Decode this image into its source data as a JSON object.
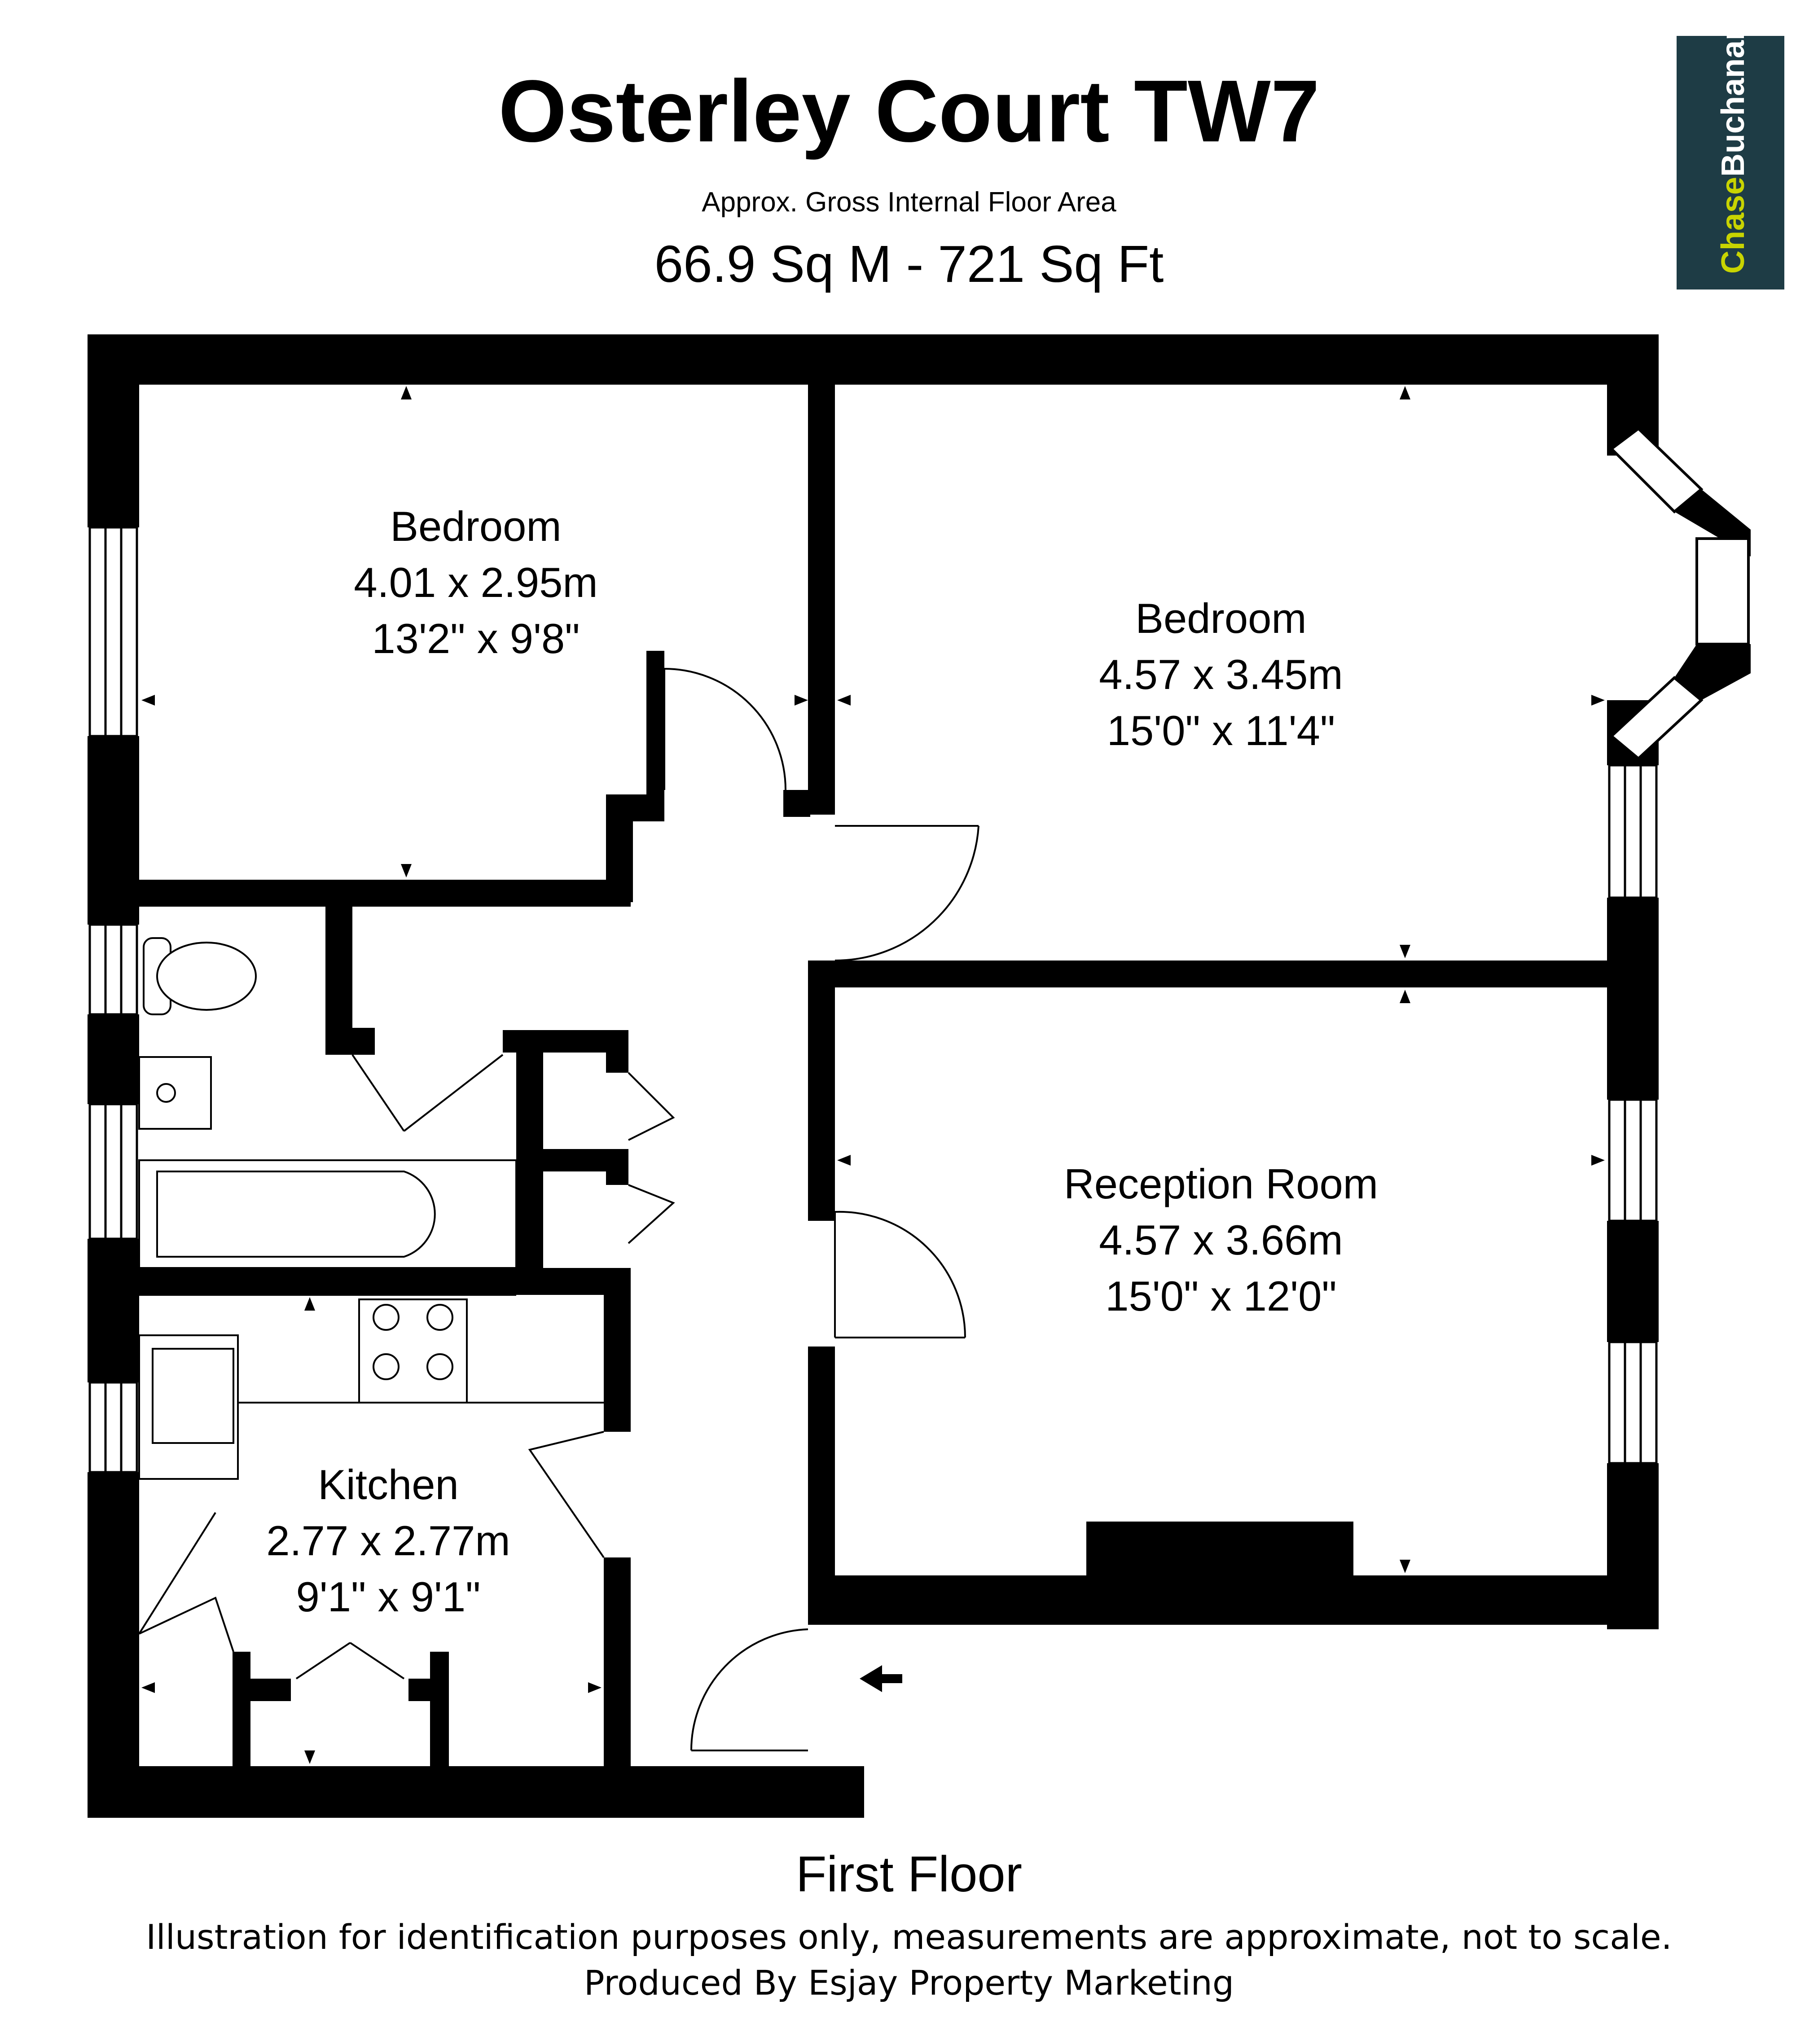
{
  "header": {
    "title": "Osterley Court TW7",
    "area_label": "Approx. Gross Internal Floor Area",
    "area_value": "66.9 Sq M - 721 Sq Ft"
  },
  "logo": {
    "part1": "Chase",
    "part2": "Buchanan",
    "bg_color": "#1e3c45",
    "accent_color": "#c8d400"
  },
  "rooms": [
    {
      "name": "Bedroom",
      "metric": "4.01 x 2.95m",
      "imperial": "13'2\" x 9'8\""
    },
    {
      "name": "Bedroom",
      "metric": "4.57 x 3.45m",
      "imperial": "15'0\" x 11'4\""
    },
    {
      "name": "Reception Room",
      "metric": "4.57 x 3.66m",
      "imperial": "15'0\" x 12'0\""
    },
    {
      "name": "Kitchen",
      "metric": "2.77 x 2.77m",
      "imperial": "9'1\" x 9'1\""
    }
  ],
  "footer": {
    "floor": "First Floor",
    "disclaimer": "Illustration for identification purposes only, measurements are approximate, not to scale.",
    "producer": "Produced By Esjay Property Marketing"
  }
}
